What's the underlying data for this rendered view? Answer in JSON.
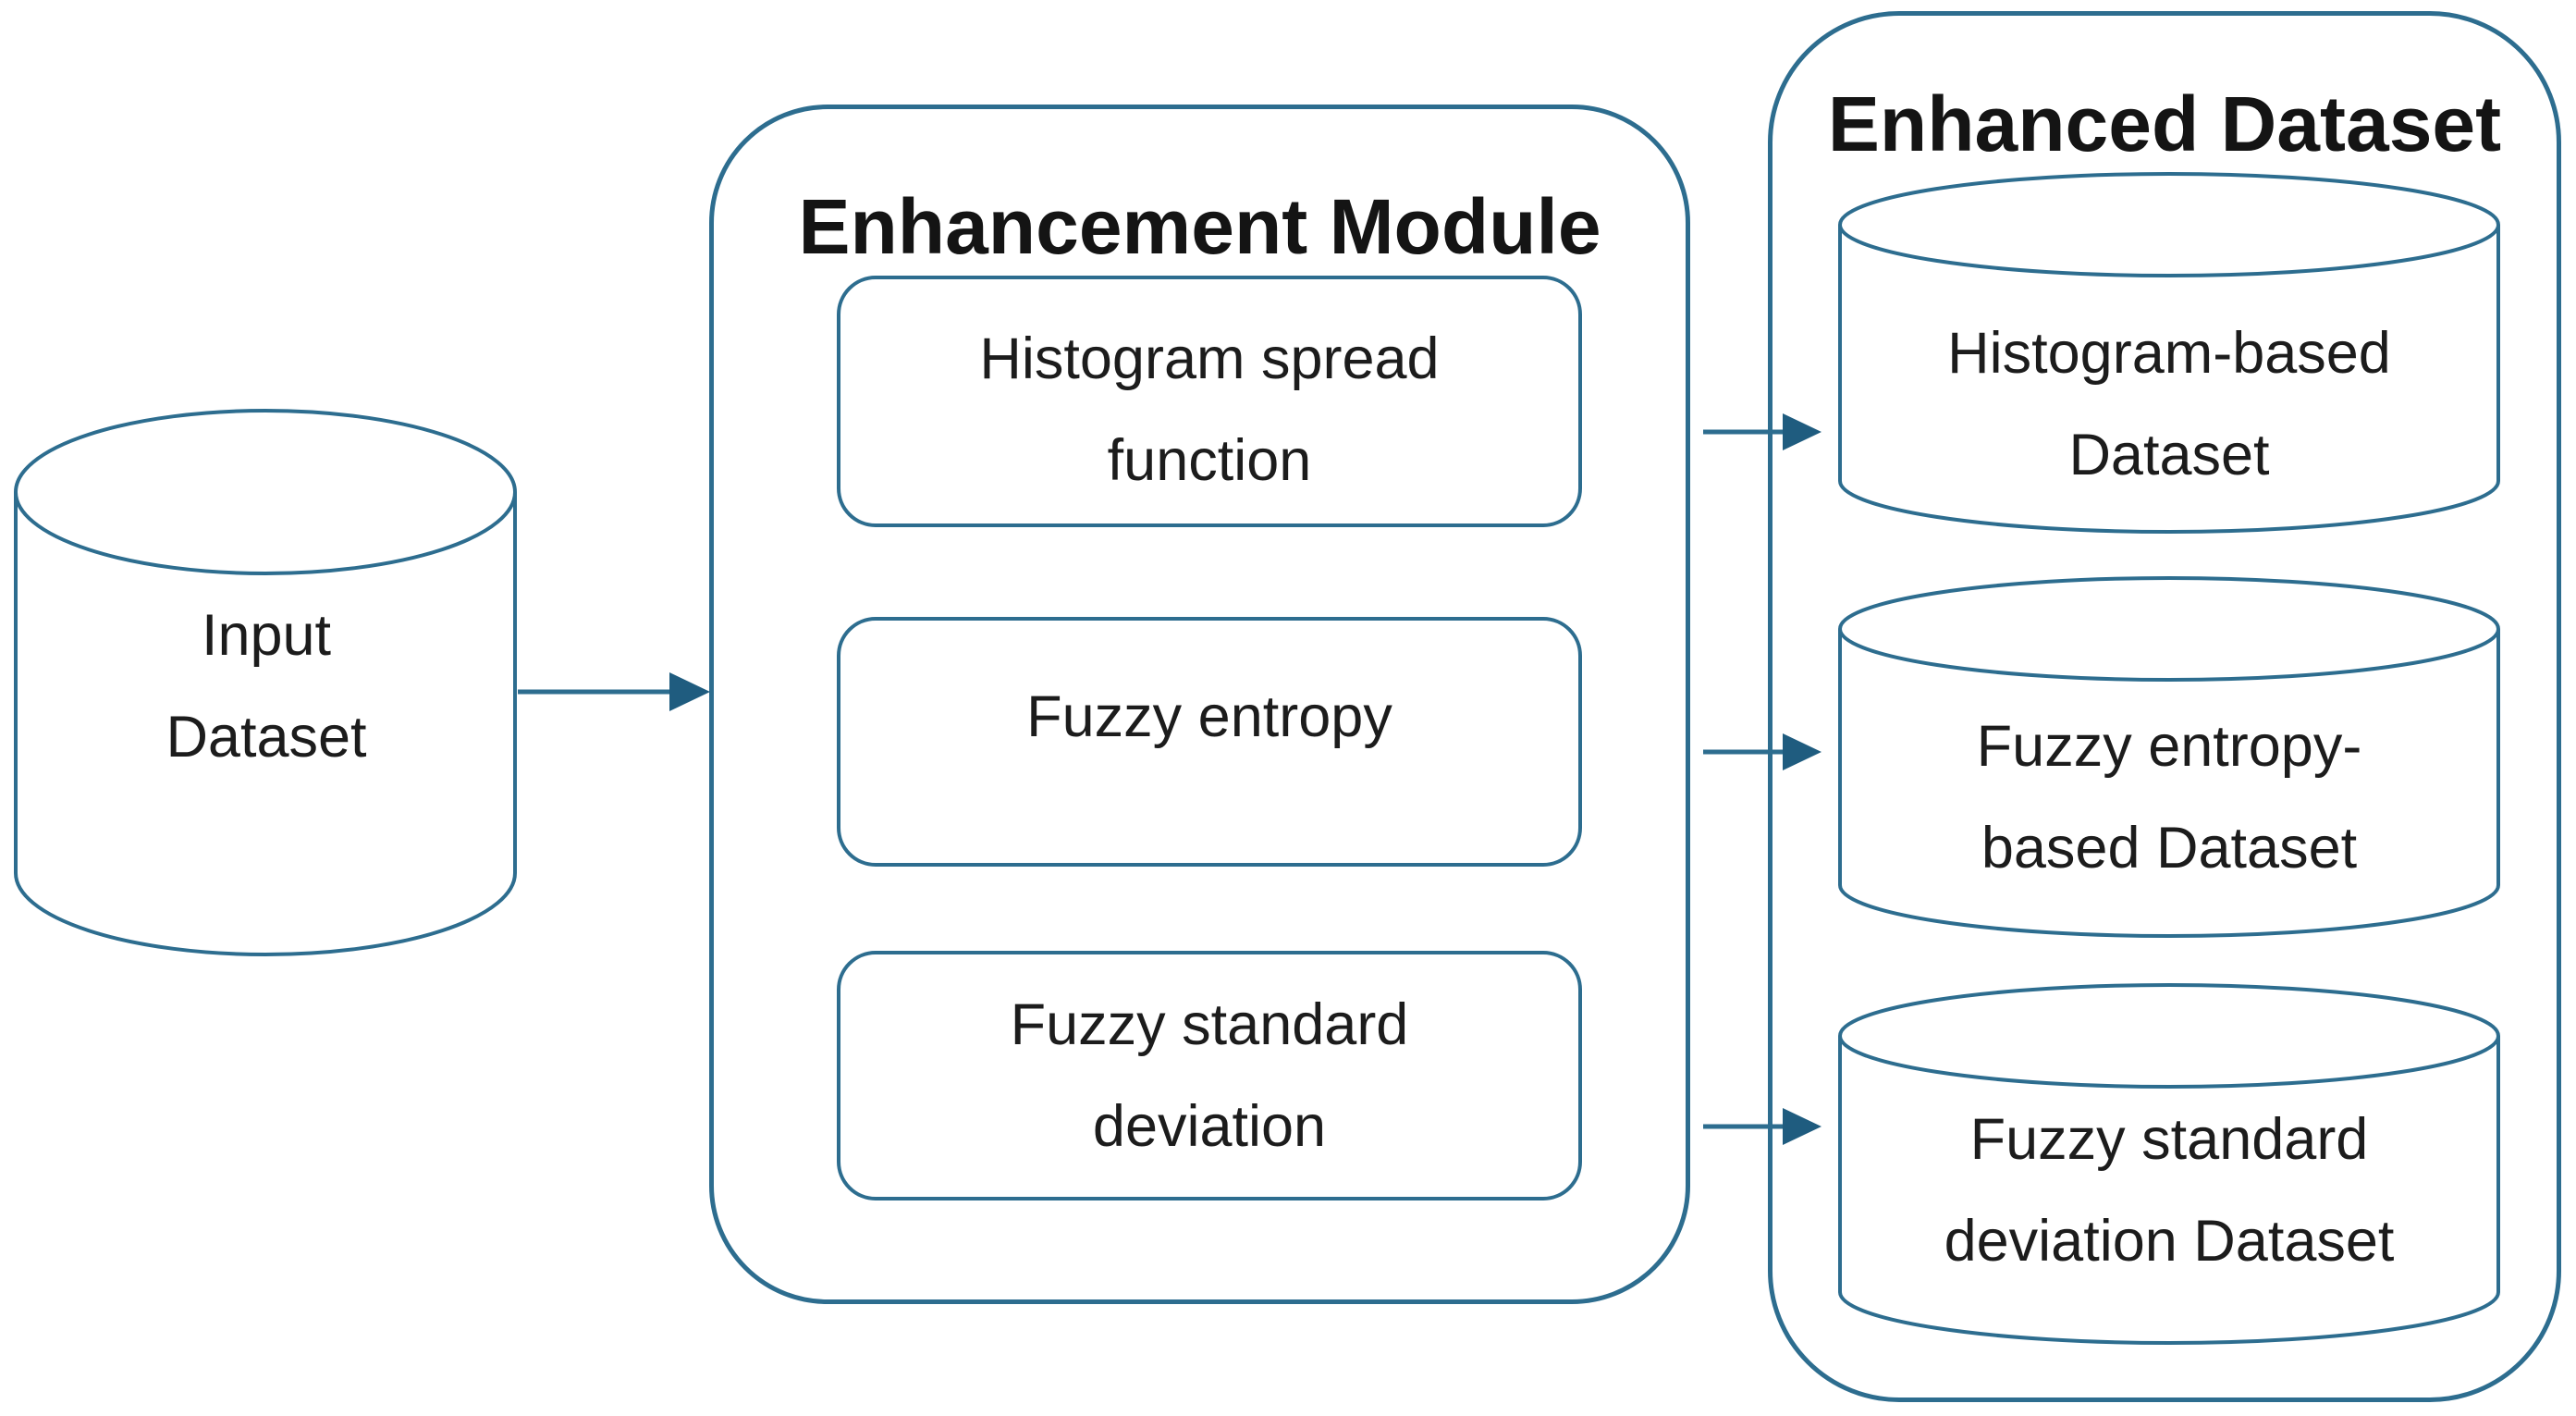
{
  "input_cylinder": {
    "line1": "Input",
    "line2": "Dataset"
  },
  "enhancement_module": {
    "title": "Enhancement Module",
    "boxes": [
      {
        "line1": "Histogram spread",
        "line2": "function"
      },
      {
        "line1": "Fuzzy entropy"
      },
      {
        "line1": "Fuzzy standard",
        "line2": "deviation"
      }
    ]
  },
  "enhanced_dataset": {
    "title": "Enhanced Dataset",
    "cylinders": [
      {
        "line1": "Histogram-based",
        "line2": "Dataset"
      },
      {
        "line1": "Fuzzy entropy-",
        "line2": "based Dataset"
      },
      {
        "line1": "Fuzzy standard",
        "line2": "deviation Dataset"
      }
    ]
  },
  "colors": {
    "stroke": "#2d6d8f",
    "arrowhead_fill": "#1f5c7f",
    "text": "#1c1c1c",
    "background": "#ffffff"
  }
}
